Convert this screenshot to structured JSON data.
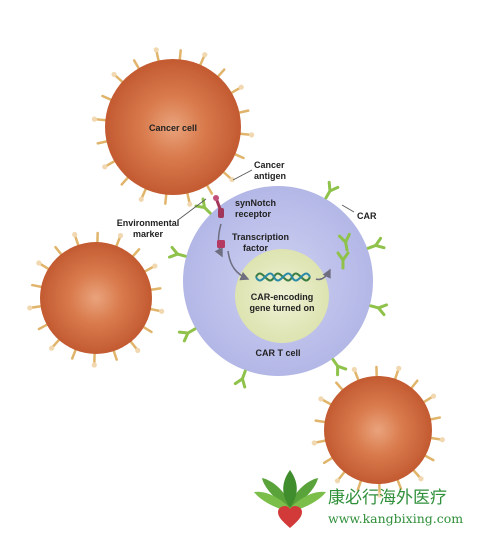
{
  "diagram": {
    "labels": {
      "cancer_cell": "Cancer cell",
      "cancer_antigen_line1": "Cancer",
      "cancer_antigen_line2": "antigen",
      "environmental_marker_line1": "Environmental",
      "environmental_marker_line2": "marker",
      "synnotch_line1": "synNotch",
      "synnotch_line2": "receptor",
      "transcription_line1": "Transcription",
      "transcription_line2": "factor",
      "car": "CAR",
      "gene_line1": "CAR-encoding",
      "gene_line2": "gene turned on",
      "car_t_cell": "CAR T cell"
    },
    "colors": {
      "cancer_cell_fill": "#d26a3f",
      "cancer_cell_core": "#e8a07a",
      "t_cell_fill": "#b9bdea",
      "nucleus_fill": "#e8ecc4",
      "car_receptor": "#8fc24a",
      "marker_tan": "#e0b46a",
      "synnotch_color": "#a2355a"
    }
  },
  "watermark": {
    "name_cn": "康必行海外医疗",
    "url": "www.kangbixing.com",
    "logo_icon": "lotus-heart-icon"
  }
}
